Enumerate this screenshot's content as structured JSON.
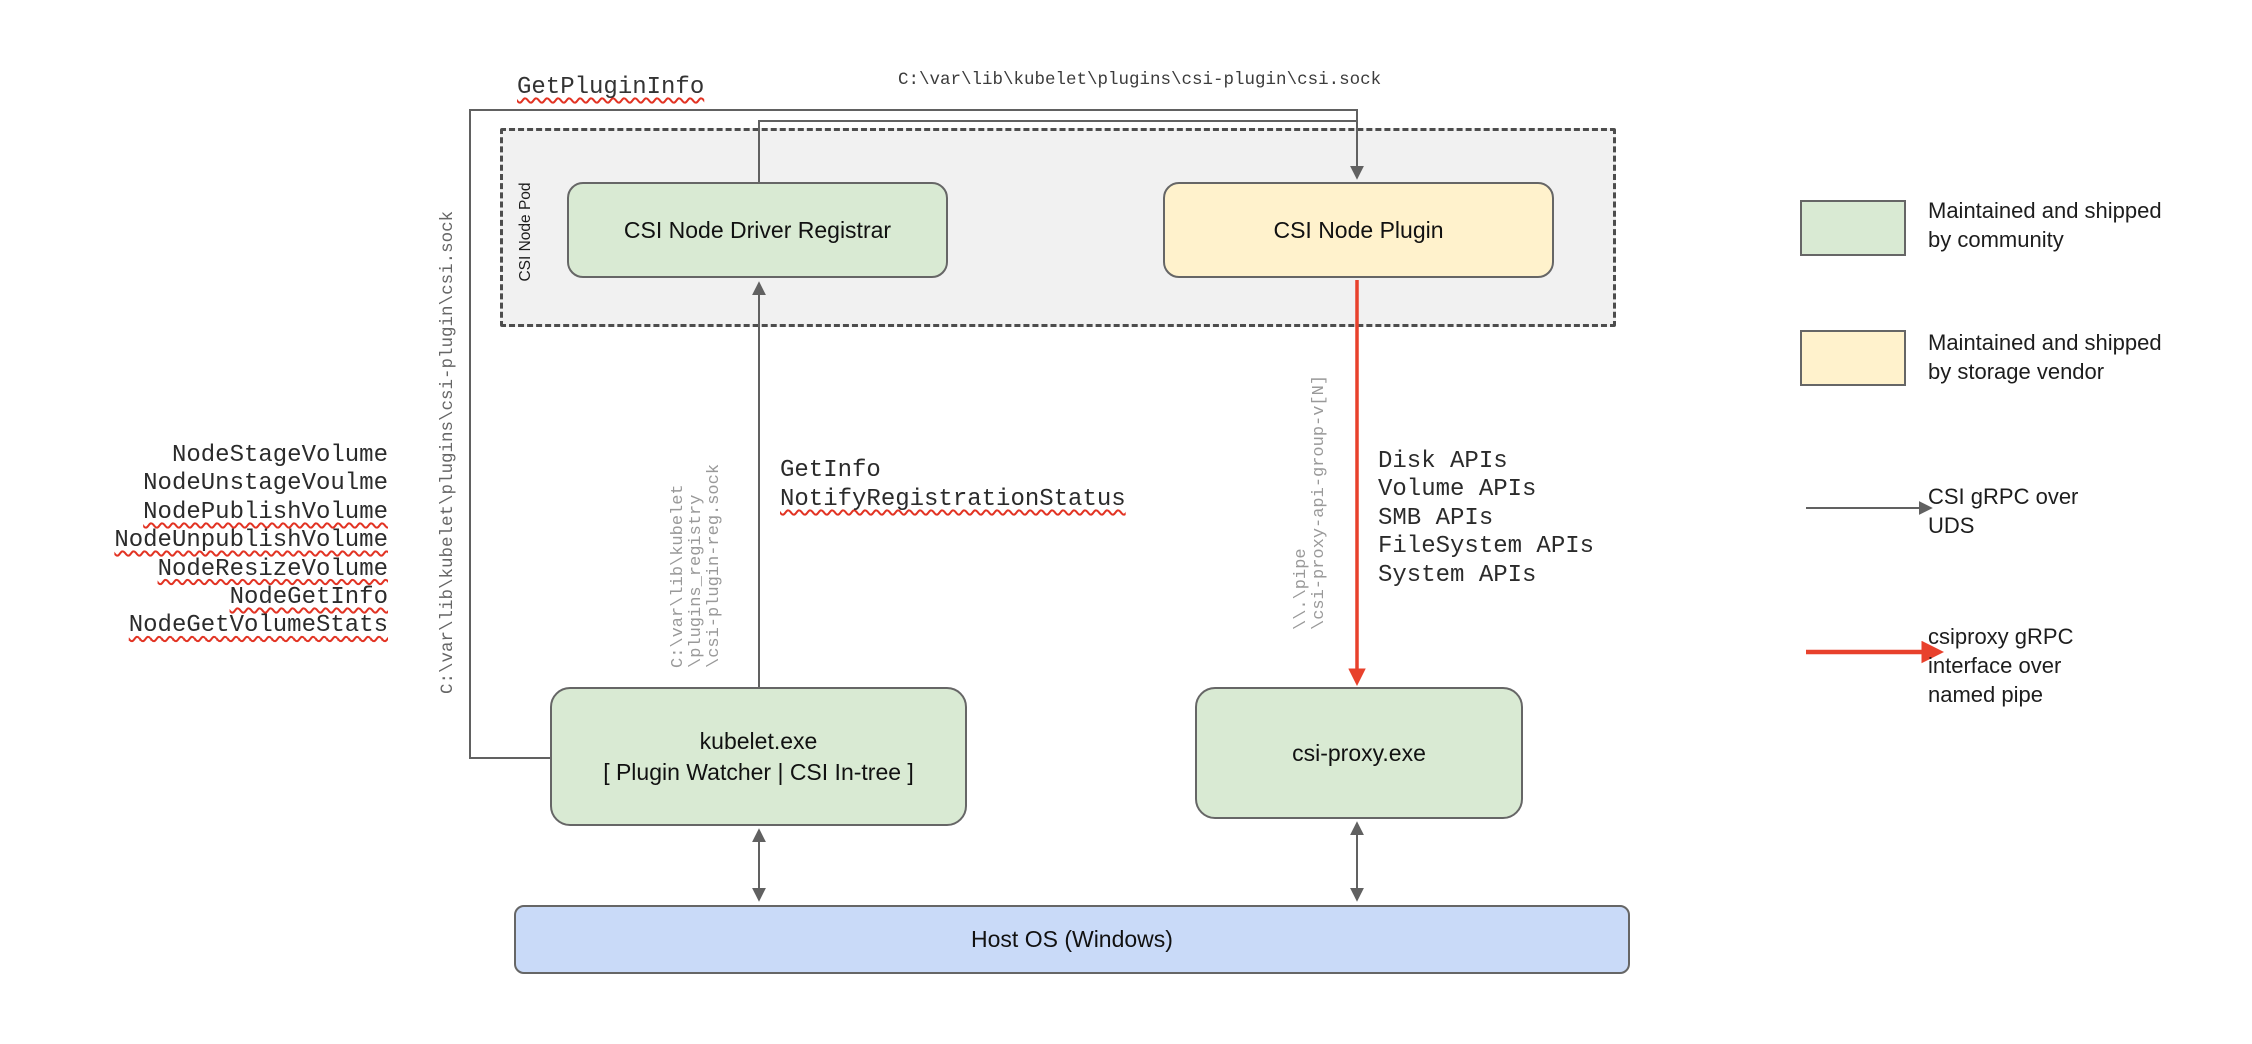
{
  "colors": {
    "community_green": "#d9ead3",
    "vendor_yellow": "#fff2cc",
    "host_blue": "#c9daf8",
    "pod_background": "#f1f1f1",
    "wire_gray": "#616161",
    "wire_red": "#e8412c",
    "squiggle_red": "#e23323"
  },
  "top": {
    "get_plugin_info": "GetPluginInfo",
    "csi_sock_path": "C:\\var\\lib\\kubelet\\plugins\\csi-plugin\\csi.sock"
  },
  "left": {
    "csi_sock_path_vertical": "C:\\var\\lib\\kubelet\\plugins\\csi-plugin\\csi.sock",
    "node_rpcs": [
      {
        "text": "NodeStageVolume"
      },
      {
        "text": "NodeUnstageVoulme"
      },
      {
        "text": "NodePublishVolume"
      },
      {
        "text": "NodeUnpublishVolume"
      },
      {
        "text": "NodeResizeVolume"
      },
      {
        "text": "NodeGetInfo"
      },
      {
        "text": "NodeGetVolumeStats"
      }
    ]
  },
  "pod": {
    "label": "CSI Node Pod",
    "registrar_label": "CSI Node Driver Registrar",
    "plugin_label": "CSI Node Plugin"
  },
  "middle": {
    "get_info": "GetInfo",
    "notify_registration_status": "NotifyRegistrationStatus",
    "registry_sock_lines": [
      "C:\\var\\lib\\kubelet",
      "\\plugins_registry",
      "\\csi-plugin-reg.sock"
    ]
  },
  "right": {
    "pipe_lines": [
      "\\\\.\\pipe",
      "\\csi-proxy-api-group-v[N]"
    ],
    "api_groups": [
      "Disk APIs",
      "Volume APIs",
      "SMB APIs",
      "FileSystem APIs",
      "System APIs"
    ]
  },
  "nodes": {
    "kubelet_line1": "kubelet.exe",
    "kubelet_line2": "[ Plugin Watcher | CSI In-tree ]",
    "csi_proxy": "csi-proxy.exe",
    "host_os": "Host OS (Windows)"
  },
  "legend": {
    "community": "Maintained and shipped\nby community",
    "vendor": "Maintained and shipped\nby storage vendor",
    "csi_grpc": "CSI gRPC over\nUDS",
    "csiproxy_grpc": "csiproxy gRPC\ninterface over\nnamed pipe"
  }
}
